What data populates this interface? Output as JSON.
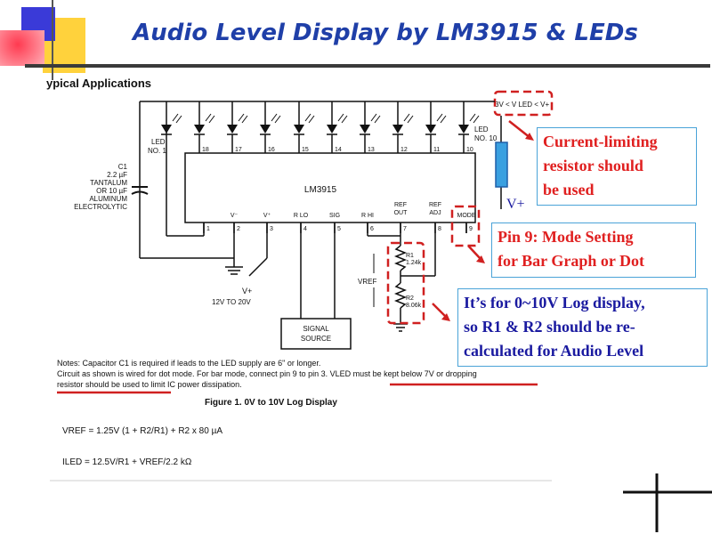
{
  "slide": {
    "title": "Audio Level Display by LM3915 & LEDs",
    "colors": {
      "title": "#1f3fa8",
      "callout_red": "#e02020",
      "callout_blue": "#1a1aa0",
      "border": "#4aa3d8",
      "accent_red": "#d02020",
      "block_yellow": "#ffd23c",
      "block_blue": "#3a3ad8",
      "block_pink": "#ff6a78"
    }
  },
  "schematic": {
    "heading": "ypical Applications",
    "ic_label": "LM3915",
    "led_first_label": [
      "LED",
      "NO. 1"
    ],
    "led_last_label": [
      "LED",
      "NO. 10"
    ],
    "led_pins": [
      "18",
      "17",
      "16",
      "15",
      "14",
      "13",
      "12",
      "11",
      "10"
    ],
    "vled_label": "3V < V LED < V+",
    "cap_label": [
      "C1",
      "2.2 µF",
      "TANTALUM",
      "OR 10 µF",
      "ALUMINUM",
      "ELECTROLYTIC"
    ],
    "pin_labels": [
      "V⁻",
      "V⁺",
      "R LO",
      "SIG",
      "R HI",
      "REF OUT",
      "REF ADJ",
      "MODE"
    ],
    "pin_numbers": [
      "1",
      "2",
      "3",
      "4",
      "5",
      "6",
      "7",
      "8",
      "9"
    ],
    "supply_label": [
      "V+",
      "12V TO 20V"
    ],
    "signal_source": [
      "SIGNAL",
      "SOURCE"
    ],
    "r1": [
      "R1",
      "1.24k"
    ],
    "r2": [
      "R2",
      "8.06k"
    ],
    "vref": "VREF",
    "vplus_resistor": "V+",
    "notes": [
      "Notes: Capacitor C1 is required if leads to the LED supply are 6\" or longer.",
      "Circuit as shown is wired for dot mode. For bar mode, connect pin 9 to pin 3. VLED must be kept below 7V or dropping",
      "resistor should be used to limit IC power dissipation."
    ],
    "figure_caption": "Figure 1.  0V to 10V Log Display",
    "eq1": "VREF = 1.25V (1 + R2/R1) + R2 x 80 µA",
    "eq2": "ILED = 12.5V/R1 + VREF/2.2 kΩ"
  },
  "callouts": {
    "resistor": [
      "Current-limiting",
      "resistor should",
      "be used"
    ],
    "mode": [
      "Pin 9: Mode Setting",
      "for Bar Graph or Dot"
    ],
    "log": [
      "It’s for 0~10V Log display,",
      "so R1 & R2 should be re-",
      "calculated for Audio Level"
    ]
  }
}
